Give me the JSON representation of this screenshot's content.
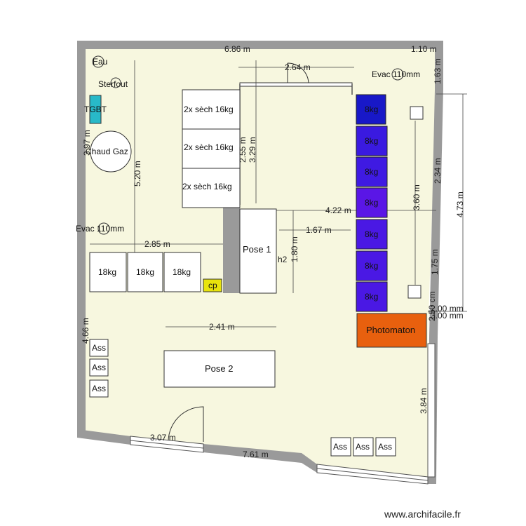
{
  "footer": {
    "watermark": "www.archifacile.fr"
  },
  "colors": {
    "floor": "#f7f7df",
    "wall": "#9a9a9a",
    "blue_dark": "#1818c8",
    "blue": "#3a1ae0",
    "purple": "#5a16e6",
    "photomaton": "#e8600e",
    "tgbt": "#28b9c8",
    "cp": "#e8e40c"
  },
  "dimensions": {
    "top_width": "6.86 m",
    "top_right": "1.10 m",
    "door_span": "2.64 m",
    "right_top": "1.63 m",
    "left_height": "5.20 m",
    "tgbt_height": "3.97 m",
    "dryer_height": "2.55 m",
    "dryer_depth": "3.29 m",
    "right_vertical": "2.34 m",
    "inner_vertical": "3.60 m",
    "far_right_vertical": "4.73 m",
    "mid_width": "4.22 m",
    "pose1_gap": "1.67 m",
    "pose1_height": "1.80 m",
    "pose1_note": "h2",
    "left_width": "2.85 m",
    "right_lower": "1.75 m",
    "small_a": "2.50 cm",
    "small_b": "2.00 mm",
    "small_c": "3.00 mm",
    "left_lower": "4.66 m",
    "pose2_width": "2.41 m",
    "right_bottom": "3.84 m",
    "bottom_door": "3.07 m",
    "bottom_width": "7.61 m"
  },
  "fixtures": {
    "eau": "Eau",
    "sterfout": "Sterfout",
    "tgbt": "TGBT",
    "chaud_gaz": "Chaud Gaz",
    "evac_top": "Evac 110mm",
    "evac_left": "Evac 110mm",
    "cp": "cp"
  },
  "dryers": [
    "2x sèch 16kg",
    "2x sèch 16kg",
    "2x sèch 16kg"
  ],
  "washers_left": [
    "18kg",
    "18kg",
    "18kg"
  ],
  "washers_column": [
    "8kg",
    "8kg",
    "8kg",
    "8kg",
    "8kg",
    "8kg",
    "8kg"
  ],
  "tables": {
    "pose1": "Pose 1",
    "pose2": "Pose 2"
  },
  "photomaton": "Photomaton",
  "seats_left": [
    "Ass",
    "Ass",
    "Ass"
  ],
  "seats_bottom": [
    "Ass",
    "Ass",
    "Ass"
  ]
}
